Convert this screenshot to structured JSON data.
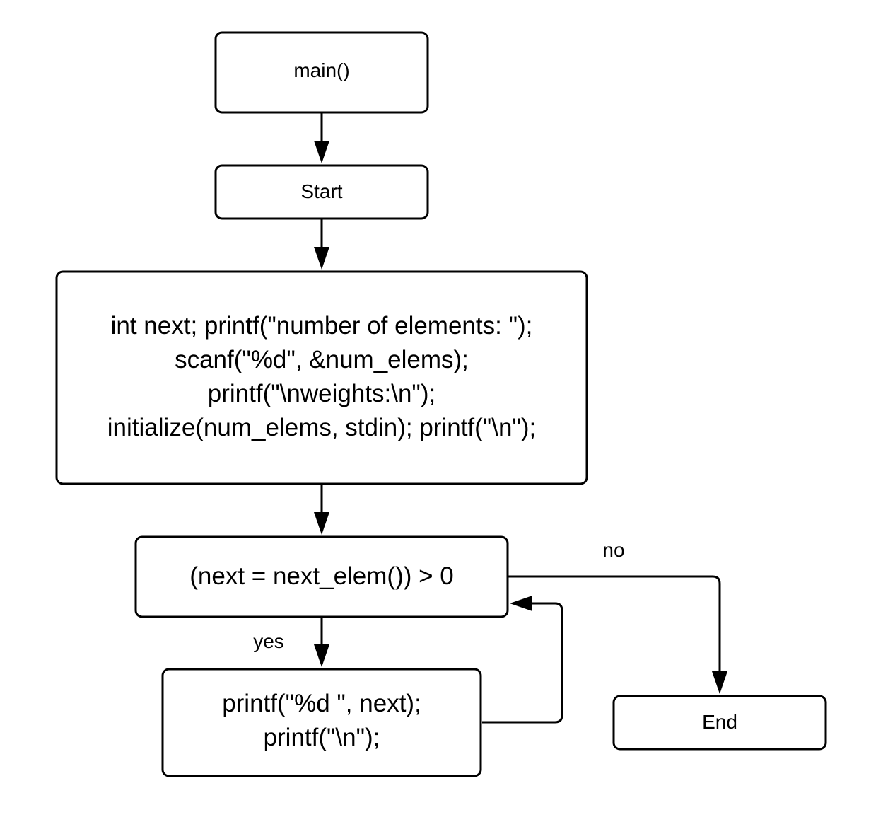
{
  "nodes": {
    "main": {
      "lines": [
        "main()"
      ]
    },
    "start": {
      "lines": [
        "Start"
      ]
    },
    "init": {
      "lines": [
        "int next; printf(\"number of elements: \");",
        "scanf(\"%d\", &num_elems);",
        "printf(\"\\nweights:\\n\");",
        "initialize(num_elems, stdin); printf(\"\\n\");"
      ]
    },
    "condition": {
      "lines": [
        "(next = next_elem()) > 0"
      ]
    },
    "print": {
      "lines": [
        "printf(\"%d \", next);",
        "printf(\"\\n\");"
      ]
    },
    "end": {
      "lines": [
        "End"
      ]
    }
  },
  "edge_labels": {
    "no": "no",
    "yes": "yes"
  }
}
